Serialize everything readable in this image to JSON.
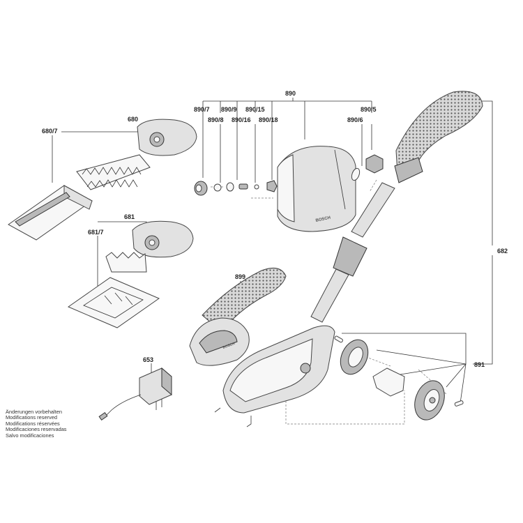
{
  "labels": {
    "l680": "680",
    "l680_7": "680/7",
    "l681": "681",
    "l681_7": "681/7",
    "l653": "653",
    "l890": "890",
    "l890_7": "890/7",
    "l890_8": "890/8",
    "l890_9": "890/9",
    "l890_16": "890/16",
    "l890_15": "890/15",
    "l890_18": "890/18",
    "l890_6": "890/6",
    "l890_5": "890/5",
    "l899": "899",
    "l682": "682",
    "l891": "891"
  },
  "notes": [
    "Änderungen vorbehalten",
    "Modifications reserved",
    "Modifications réservées",
    "Modificaciones reservadas",
    "Salvo modificaciones"
  ],
  "brand_text": "BOSCH",
  "colors": {
    "line": "#333333",
    "part_fill": "#e2e2e2",
    "part_dark": "#b9b9b9"
  }
}
